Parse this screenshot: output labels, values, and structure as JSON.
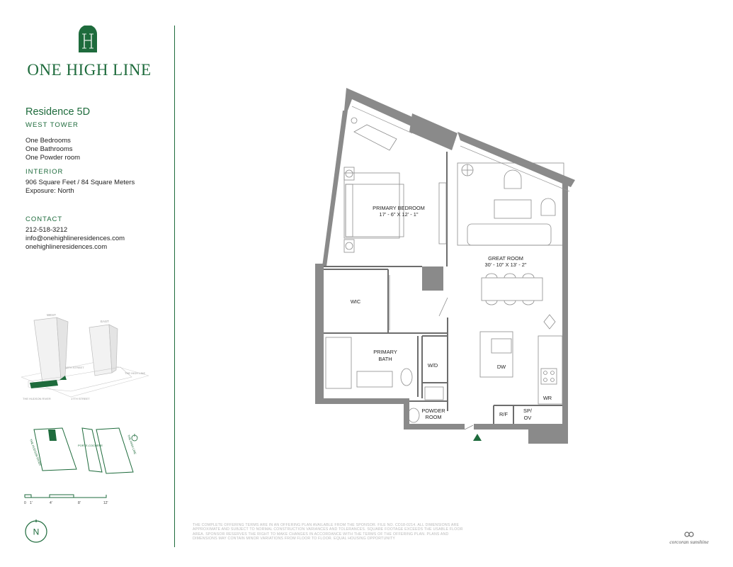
{
  "brand": {
    "name": "ONE HIGH LINE",
    "accent_color": "#1e6b3c",
    "monogram_icon": "one-high-line-monogram-icon"
  },
  "residence": {
    "title": "Residence 5D",
    "tower": "WEST TOWER",
    "rooms": [
      "One Bedrooms",
      "One Bathrooms",
      "One Powder room"
    ]
  },
  "interior": {
    "heading": "INTERIOR",
    "area": "906 Square Feet / 84 Square Meters",
    "exposure": "Exposure: North"
  },
  "contact": {
    "heading": "CONTACT",
    "phone": "212-518-3212",
    "email": "info@onehighlineresidences.com",
    "website": "onehighlineresidences.com"
  },
  "key_plan": {
    "tower_labels": [
      "WEST",
      "EAST"
    ],
    "street_labels": [
      "18TH STREET",
      "THE HIGH LINE",
      "THE HUDSON RIVER",
      "17TH STREET"
    ]
  },
  "site_map": {
    "labels": [
      "THE HUDSON RIVER",
      "PORTE-COCHÈRE",
      "THE HIGH LINE"
    ]
  },
  "scale_bar": {
    "ticks": [
      "0",
      "1'",
      "4'",
      "8'",
      "12'"
    ]
  },
  "compass": {
    "label": "N"
  },
  "floor_plan": {
    "rooms": {
      "primary_bedroom": {
        "name": "PRIMARY BEDROOM",
        "dims": "17' -  6\" X 12' - 1\""
      },
      "great_room": {
        "name": "GREAT ROOM",
        "dims": "30' - 10\" X 13' - 2\""
      },
      "wic": "WIC",
      "primary_bath_1": "PRIMARY",
      "primary_bath_2": "BATH",
      "wd": "W/D",
      "dw": "DW",
      "wr": "WR",
      "powder_1": "POWDER",
      "powder_2": "ROOM",
      "rf": "R/F",
      "spov_1": "SP/",
      "spov_2": "OV"
    }
  },
  "disclaimer": "THE COMPLETE OFFERING TERMS ARE IN AN OFFERING PLAN AVAILABLE FROM THE SPONSOR. FILE NO. CD18-0214. ALL DIMENSIONS ARE APPROXIMATE AND SUBJECT TO NORMAL CONSTRUCTION VARIANCES AND TOLERANCES. SQUARE FOOTAGE EXCEEDS THE USABLE FLOOR AREA. SPONSOR RESERVES THE RIGHT TO MAKE CHANGES IN ACCORDANCE WITH THE TERMS OF THE OFFERING PLAN. PLANS AND DIMENSIONS MAY CONTAIN MINOR VARIATIONS FROM FLOOR TO FLOOR. EQUAL HOUSING OPPORTUNITY",
  "agency": {
    "name": "corcoran sunshine",
    "icon": "corcoran-logo-icon"
  }
}
